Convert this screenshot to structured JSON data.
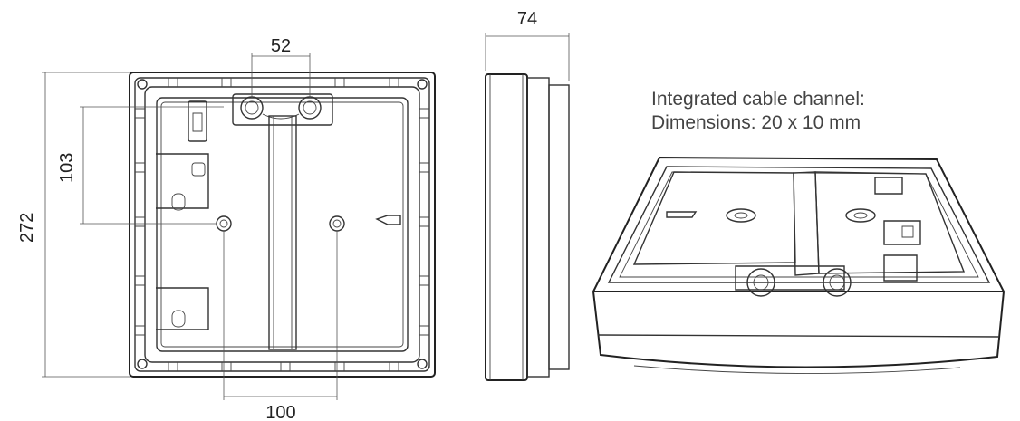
{
  "dimensions": {
    "height_total": "272",
    "inner_height": "103",
    "hole_spacing_top": "52",
    "hole_spacing_bottom": "100",
    "depth": "74"
  },
  "caption": {
    "line1": "Integrated cable channel:",
    "line2": "Dimensions: 20 x 10 mm"
  }
}
